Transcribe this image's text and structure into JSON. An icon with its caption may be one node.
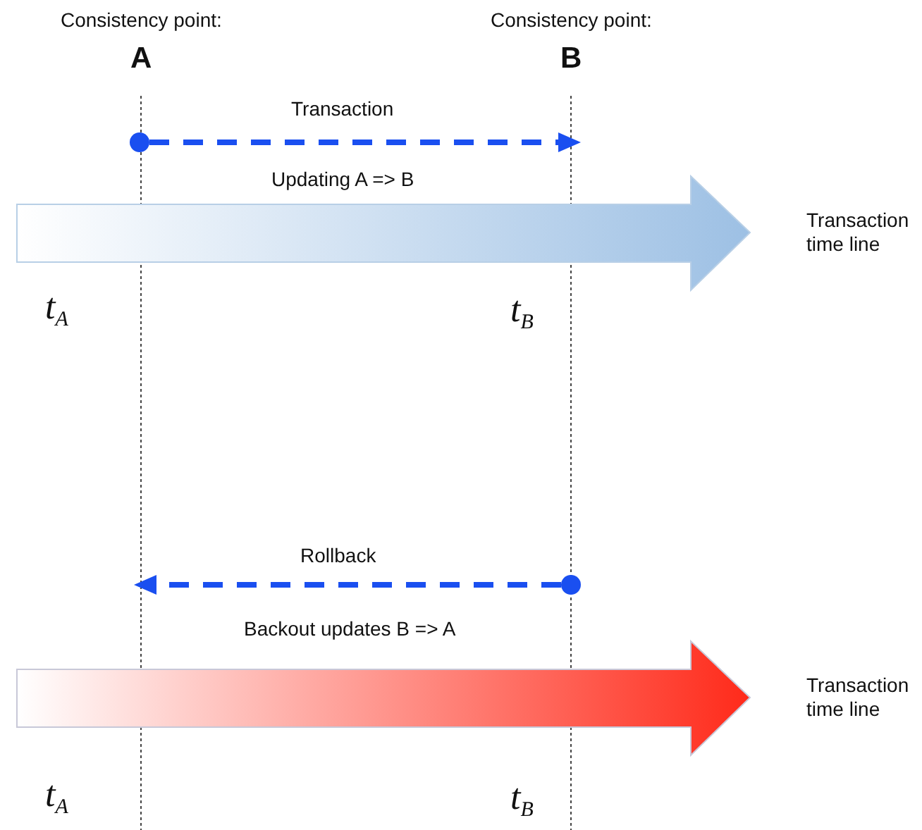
{
  "diagram": {
    "labels": [
      "Consistency point:",
      "A",
      "Consistency point:",
      "B",
      "Transaction",
      "Updating A => B",
      "Transaction time line",
      "t$_{A}$",
      "t$_{B}$",
      "Rollback",
      "Backout updates B => A",
      "Transaction time line",
      "t$_{A}$",
      "t$_{B}$"
    ]
  }
}
